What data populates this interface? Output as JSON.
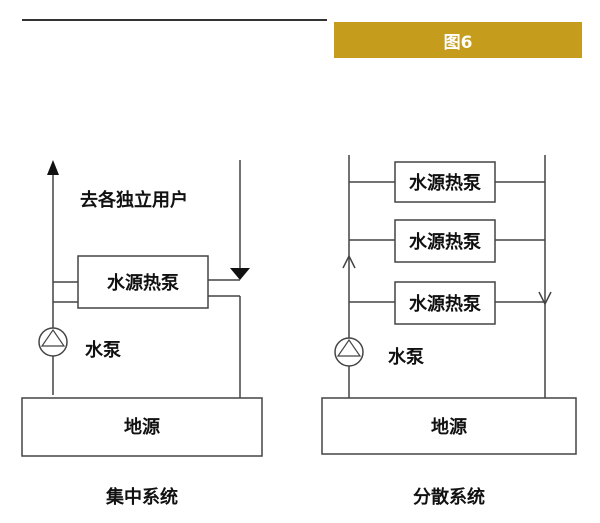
{
  "figure_label": "图6",
  "centralized": {
    "destination_label": "去各独立用户",
    "heat_pump_label": "水源热泵",
    "pump_label": "水泵",
    "ground_source_label": "地源",
    "caption": "集中系统"
  },
  "distributed": {
    "heat_pump_labels": [
      "水源热泵",
      "水源热泵",
      "水源热泵"
    ],
    "pump_label": "水泵",
    "ground_source_label": "地源",
    "caption": "分散系统"
  },
  "icons": [
    "pump-icon",
    "flow-up-arrow-icon",
    "flow-down-arrow-icon"
  ],
  "colors": {
    "banner": "#c59c1c",
    "line": "#444444",
    "text": "#111111"
  }
}
